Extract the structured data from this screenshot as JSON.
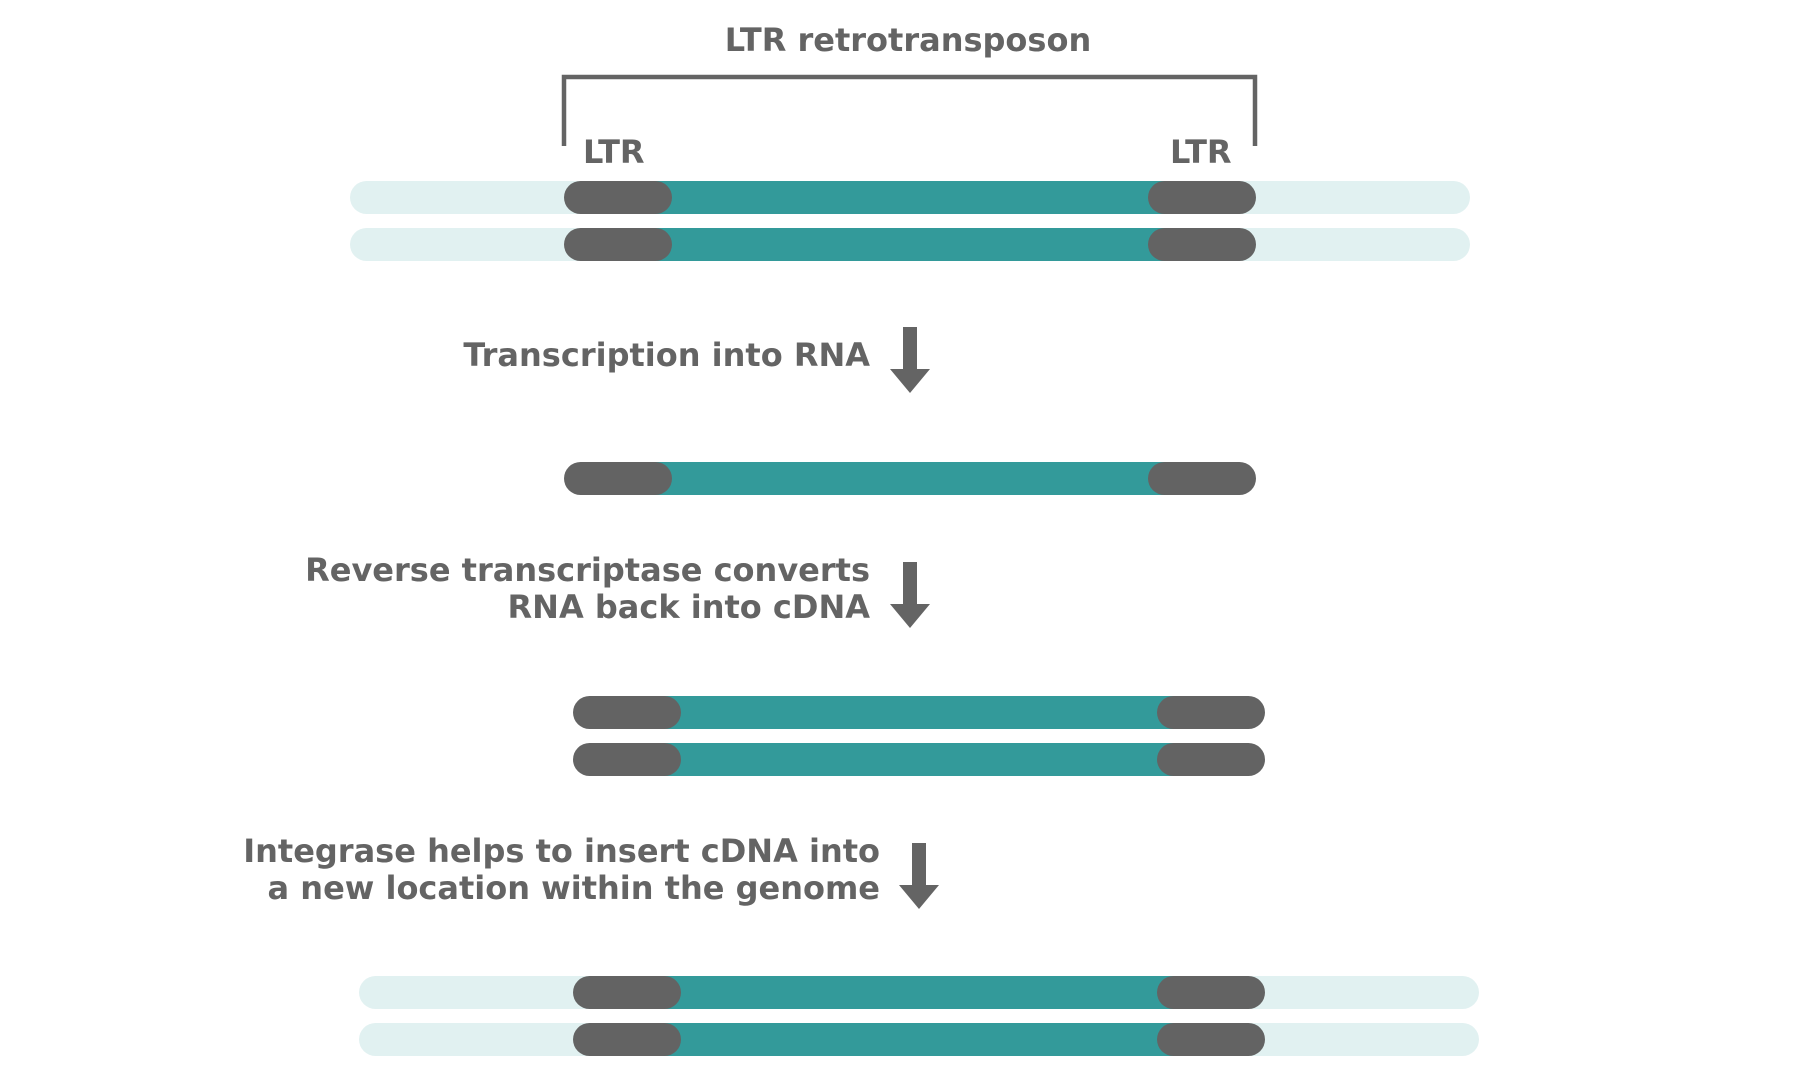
{
  "title": "LTR retrotransposon",
  "ltr_left": "LTR",
  "ltr_right": "LTR",
  "steps": [
    {
      "lines": [
        "Transcription into RNA"
      ]
    },
    {
      "lines": [
        "Reverse transcriptase converts",
        "RNA back into cDNA"
      ]
    },
    {
      "lines": [
        "Integrase helps to insert cDNA into",
        "a new location within the genome"
      ]
    }
  ],
  "colors": {
    "genome_dna": "#e1f1f1",
    "ltr": "#636363",
    "element_body": "#339a9a",
    "text_and_arrows": "#646464"
  }
}
